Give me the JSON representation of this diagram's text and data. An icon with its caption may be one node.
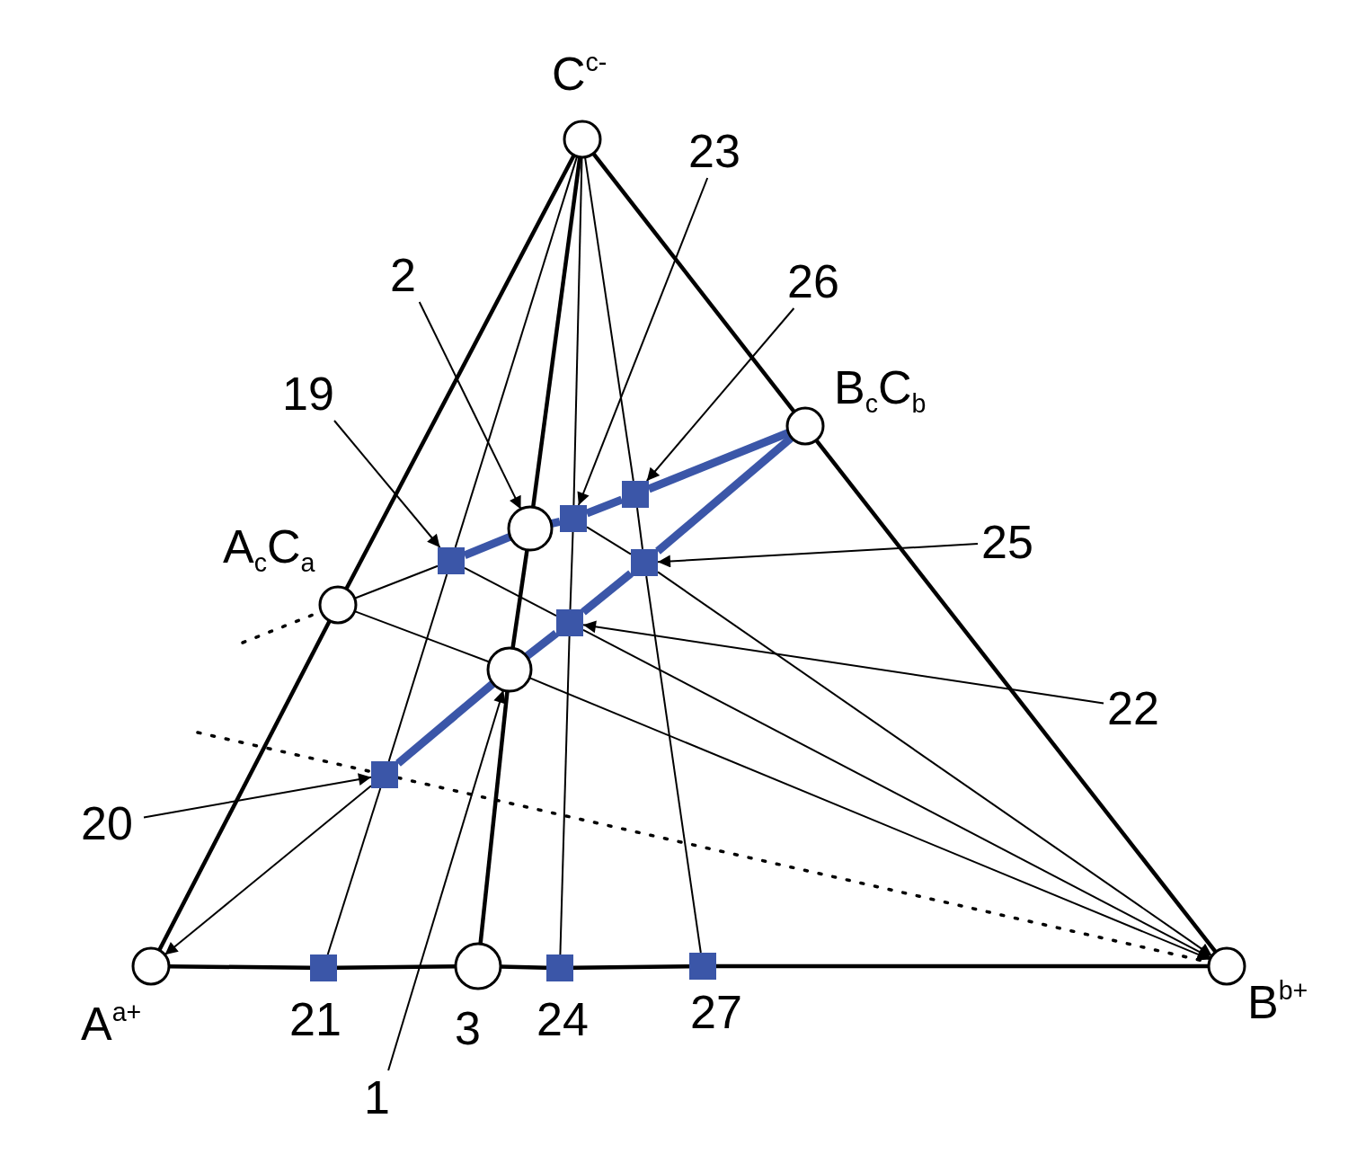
{
  "diagram": {
    "nodes": [
      {
        "text": [
          "C$^{c-}$"
        ]
      },
      {
        "text": [
          "23"
        ]
      },
      {
        "text": [
          "2"
        ]
      },
      {
        "text": [
          "26"
        ]
      },
      {
        "text": [
          "19"
        ]
      },
      {
        "text": [
          "B$_{c}$C$_{b}$"
        ]
      },
      {
        "text": [
          "A$_{c}$C$_{a}$"
        ]
      },
      {
        "text": [
          "25"
        ]
      },
      {
        "text": [
          "22"
        ]
      },
      {
        "text": [
          "20"
        ]
      },
      {
        "text": [
          "A$^{a+}$"
        ]
      },
      {
        "text": [
          "21"
        ]
      },
      {
        "text": [
          "3"
        ]
      },
      {
        "text": [
          "24"
        ]
      },
      {
        "text": [
          "27"
        ]
      },
      {
        "text": [
          "B$^{b+}$"
        ]
      },
      {
        "text": [
          "1"
        ]
      },
      {
        "text": [],
        "shape": "box"
      },
      {
        "text": [],
        "shape": "circle"
      },
      {
        "text": [],
        "shape": "box"
      },
      {
        "text": [],
        "shape": "box"
      },
      {
        "text": [],
        "shape": "box"
      },
      {
        "text": [],
        "shape": "box"
      },
      {
        "text": [],
        "shape": "circle"
      },
      {
        "text": [],
        "shape": "box"
      }
    ],
    "edges": [
      {
        "from": 0,
        "to": 6,
        "arrow": "none",
        "style": "thick"
      },
      {
        "from": 6,
        "to": 10,
        "arrow": "none",
        "style": "thick"
      },
      {
        "from": 0,
        "to": 5,
        "arrow": "none",
        "style": "thick"
      },
      {
        "from": 5,
        "to": 15,
        "arrow": "none",
        "style": "thick"
      },
      {
        "from": 10,
        "to": 11,
        "arrow": "none",
        "style": "thick"
      },
      {
        "from": 11,
        "to": 12,
        "arrow": "none",
        "style": "thick"
      },
      {
        "from": 12,
        "to": 13,
        "arrow": "none",
        "style": "thick"
      },
      {
        "from": 13,
        "to": 14,
        "arrow": "none",
        "style": "thick"
      },
      {
        "from": 14,
        "to": 15,
        "arrow": "none",
        "style": "thick"
      },
      {
        "from": 1,
        "to": 19,
        "arrow": "to"
      },
      {
        "from": 2,
        "to": 18,
        "arrow": "to"
      },
      {
        "from": 3,
        "to": 20,
        "arrow": "to"
      },
      {
        "from": 4,
        "to": 17,
        "arrow": "to"
      },
      {
        "from": 7,
        "to": 21,
        "arrow": "to"
      },
      {
        "from": 8,
        "to": 22,
        "arrow": "to"
      },
      {
        "from": 9,
        "to": 24,
        "arrow": "to"
      },
      {
        "from": 16,
        "to": 23,
        "arrow": "to"
      },
      {
        "from": 17,
        "to": 18,
        "arrow": "none",
        "style": "thick",
        "color": "#3b56a8"
      },
      {
        "from": 18,
        "to": 19,
        "arrow": "none",
        "style": "thick",
        "color": "#3b56a8"
      },
      {
        "from": 19,
        "to": 20,
        "arrow": "none",
        "style": "thick",
        "color": "#3b56a8"
      },
      {
        "from": 20,
        "to": 5,
        "arrow": "none",
        "style": "thick",
        "color": "#3b56a8"
      },
      {
        "from": 5,
        "to": 21,
        "arrow": "none",
        "style": "thick",
        "color": "#3b56a8"
      },
      {
        "from": 21,
        "to": 22,
        "arrow": "none",
        "style": "thick",
        "color": "#3b56a8"
      },
      {
        "from": 22,
        "to": 23,
        "arrow": "none",
        "style": "thick",
        "color": "#3b56a8"
      },
      {
        "from": 23,
        "to": 24,
        "arrow": "none",
        "style": "thick",
        "color": "#3b56a8"
      },
      {
        "from": 0,
        "to": 17,
        "arrow": "none"
      },
      {
        "from": 17,
        "to": 24,
        "arrow": "none"
      },
      {
        "from": 24,
        "to": 11,
        "arrow": "none"
      },
      {
        "from": 0,
        "to": 18,
        "arrow": "none",
        "style": "thick"
      },
      {
        "from": 18,
        "to": 23,
        "arrow": "none",
        "style": "thick"
      },
      {
        "from": 23,
        "to": 12,
        "arrow": "none",
        "style": "thick"
      },
      {
        "from": 0,
        "to": 19,
        "arrow": "none"
      },
      {
        "from": 19,
        "to": 22,
        "arrow": "none"
      },
      {
        "from": 22,
        "to": 13,
        "arrow": "none"
      },
      {
        "from": 0,
        "to": 20,
        "arrow": "none"
      },
      {
        "from": 20,
        "to": 21,
        "arrow": "none"
      },
      {
        "from": 21,
        "to": 14,
        "arrow": "none"
      },
      {
        "from": 24,
        "to": 10,
        "arrow": "to"
      },
      {
        "from": 6,
        "to": 17,
        "arrow": "none"
      },
      {
        "from": 6,
        "to": 23,
        "arrow": "none"
      },
      {
        "from": 23,
        "to": 15,
        "arrow": "to"
      },
      {
        "from": 17,
        "to": 22,
        "arrow": "none"
      },
      {
        "from": 22,
        "to": 15,
        "arrow": "to"
      },
      {
        "from": 19,
        "to": 21,
        "arrow": "none"
      },
      {
        "from": 21,
        "to": 15,
        "arrow": "to"
      },
      {
        "from": null,
        "to": 6,
        "arrow": "none",
        "style": "dashed"
      },
      {
        "from": null,
        "to": 24,
        "arrow": "none",
        "style": "dashed"
      },
      {
        "from": 24,
        "to": 15,
        "arrow": "none",
        "style": "dashed"
      }
    ]
  }
}
